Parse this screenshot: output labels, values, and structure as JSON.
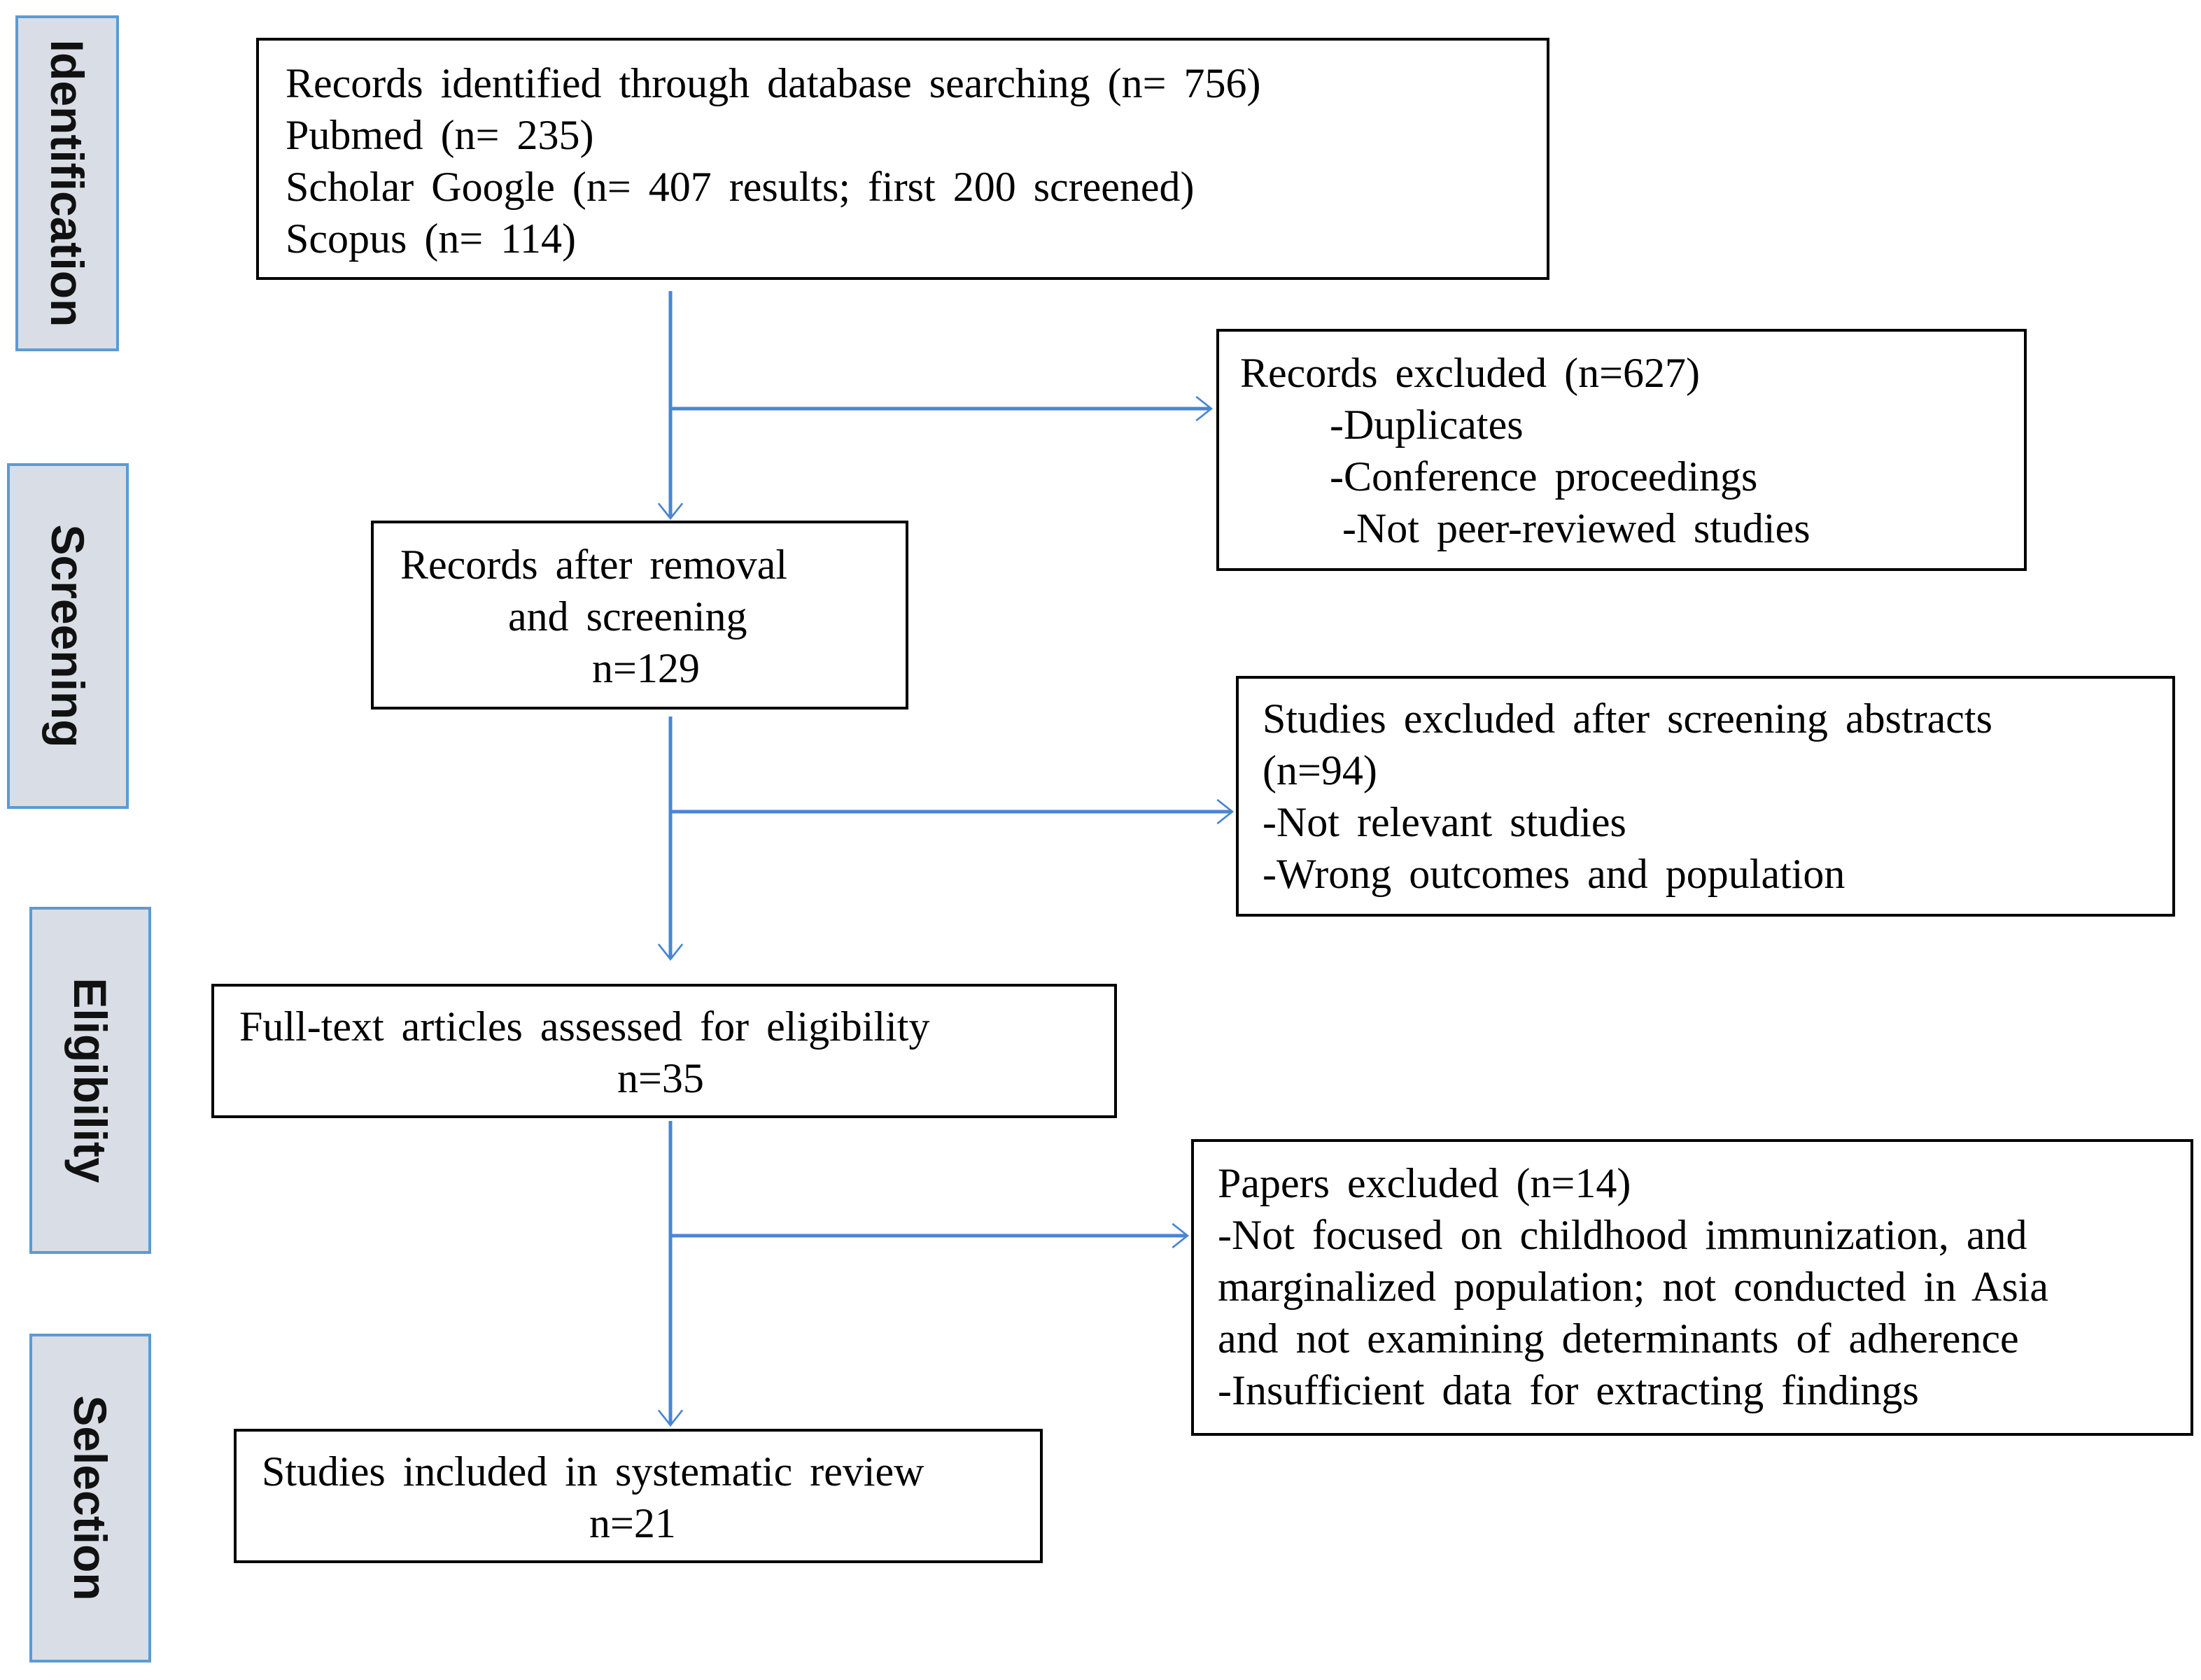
{
  "stages": {
    "identification": "Identification",
    "screening": "Screening",
    "eligibility": "Eligibility",
    "selection": "Selection"
  },
  "boxes": {
    "identified": {
      "lines": [
        "Records  identified through database searching (n= 756)",
        "Pubmed (n= 235)",
        "Scholar Google (n= 407 results; first 200 screened)",
        "Scopus (n= 114)"
      ]
    },
    "records_excluded": {
      "title": "Records excluded (n=627)",
      "items": [
        "-Duplicates",
        "-Conference proceedings",
        "-Not peer-reviewed studies"
      ]
    },
    "after_removal": {
      "lines": [
        "Records after removal",
        "and screening",
        "n=129"
      ]
    },
    "studies_excluded": {
      "lines": [
        "Studies excluded after screening abstracts",
        "(n=94)",
        "-Not relevant studies",
        "-Wrong outcomes and population"
      ]
    },
    "full_text": {
      "lines": [
        "Full-text articles assessed for eligibility",
        "n=35"
      ]
    },
    "papers_excluded": {
      "lines": [
        "Papers excluded  (n=14)",
        "-Not focused on childhood immunization, and",
        "marginalized population; not conducted in Asia",
        "and not examining determinants of adherence",
        "-Insufficient data for extracting findings"
      ]
    },
    "included": {
      "lines": [
        "Studies included in systematic review",
        "n=21"
      ]
    }
  },
  "colors": {
    "arrow": "#4a86d0",
    "stage_fill": "#d9dee6",
    "stage_border": "#5b9bd5"
  }
}
